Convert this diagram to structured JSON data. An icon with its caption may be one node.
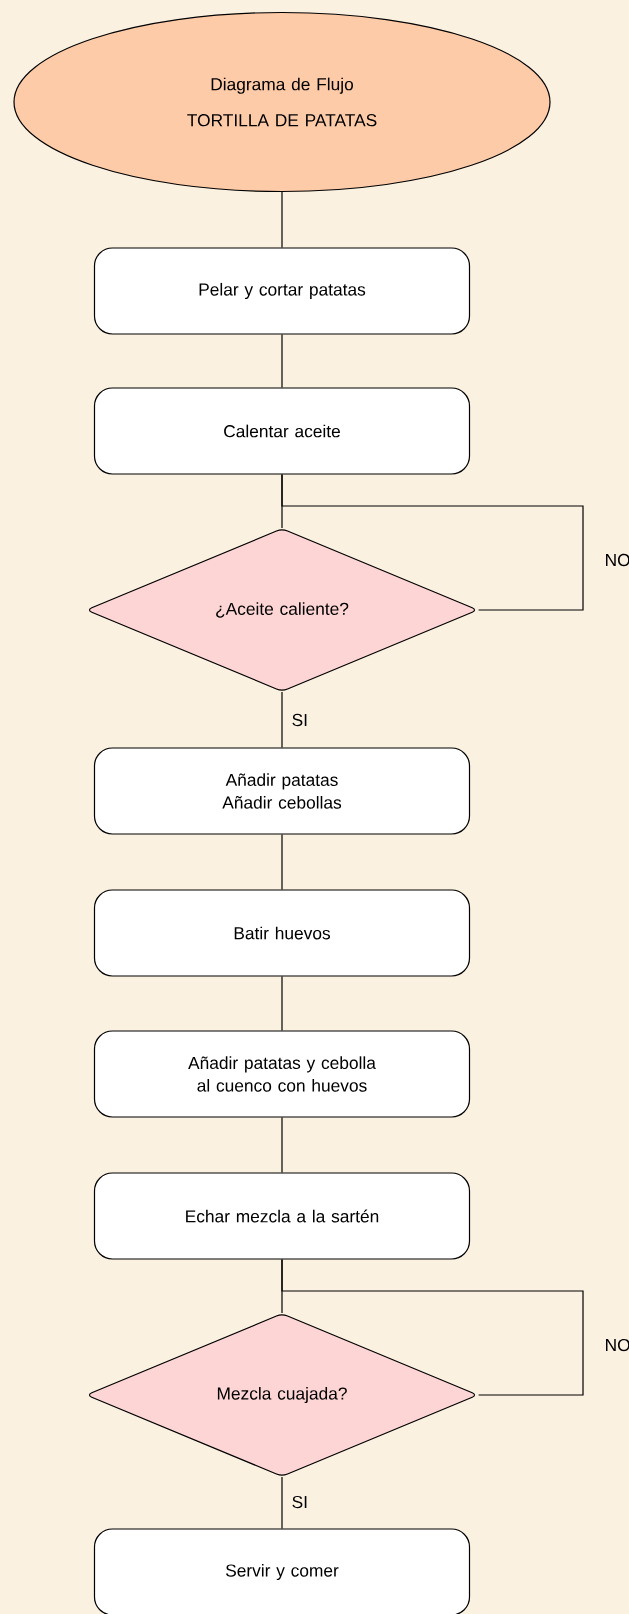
{
  "diagram": {
    "nodes": [
      {
        "text": [
          "Diagrama de Flujo",
          "TORTILLA DE PATATAS"
        ]
      },
      {
        "text": [
          "Pelar y cortar patatas"
        ]
      },
      {
        "text": [
          "Calentar aceite"
        ]
      },
      {
        "text": [
          "¿Aceite caliente?"
        ]
      },
      {
        "text": [
          "Añadir patatas Añadir cebollas"
        ]
      },
      {
        "text": [
          "Batir huevos"
        ]
      },
      {
        "text": [
          "Añadir patatas y cebolla al cuenco con huevos"
        ]
      },
      {
        "text": [
          "Echar mezcla a la sartén"
        ]
      },
      {
        "text": [
          "Mezcla cuajada?"
        ]
      },
      {
        "text": [
          "Servir y comer"
        ]
      }
    ],
    "edges": [
      {
        "from": 0,
        "to": 1,
        "arrow": "none"
      },
      {
        "from": 1,
        "to": 2,
        "arrow": "none"
      },
      {
        "from": 2,
        "to": 3,
        "arrow": "none"
      },
      {
        "from": 3,
        "to": 2,
        "arrow": "none",
        "label": "NO"
      },
      {
        "from": 3,
        "to": 4,
        "arrow": "none",
        "label": "SI"
      },
      {
        "from": 4,
        "to": 5,
        "arrow": "none"
      },
      {
        "from": 5,
        "to": 6,
        "arrow": "none"
      },
      {
        "from": 6,
        "to": 7,
        "arrow": "none"
      },
      {
        "from": 7,
        "to": 8,
        "arrow": "none"
      },
      {
        "from": 8,
        "to": 7,
        "arrow": "none",
        "label": "NO"
      },
      {
        "from": 8,
        "to": 9,
        "arrow": "none",
        "label": "SI"
      }
    ]
  }
}
